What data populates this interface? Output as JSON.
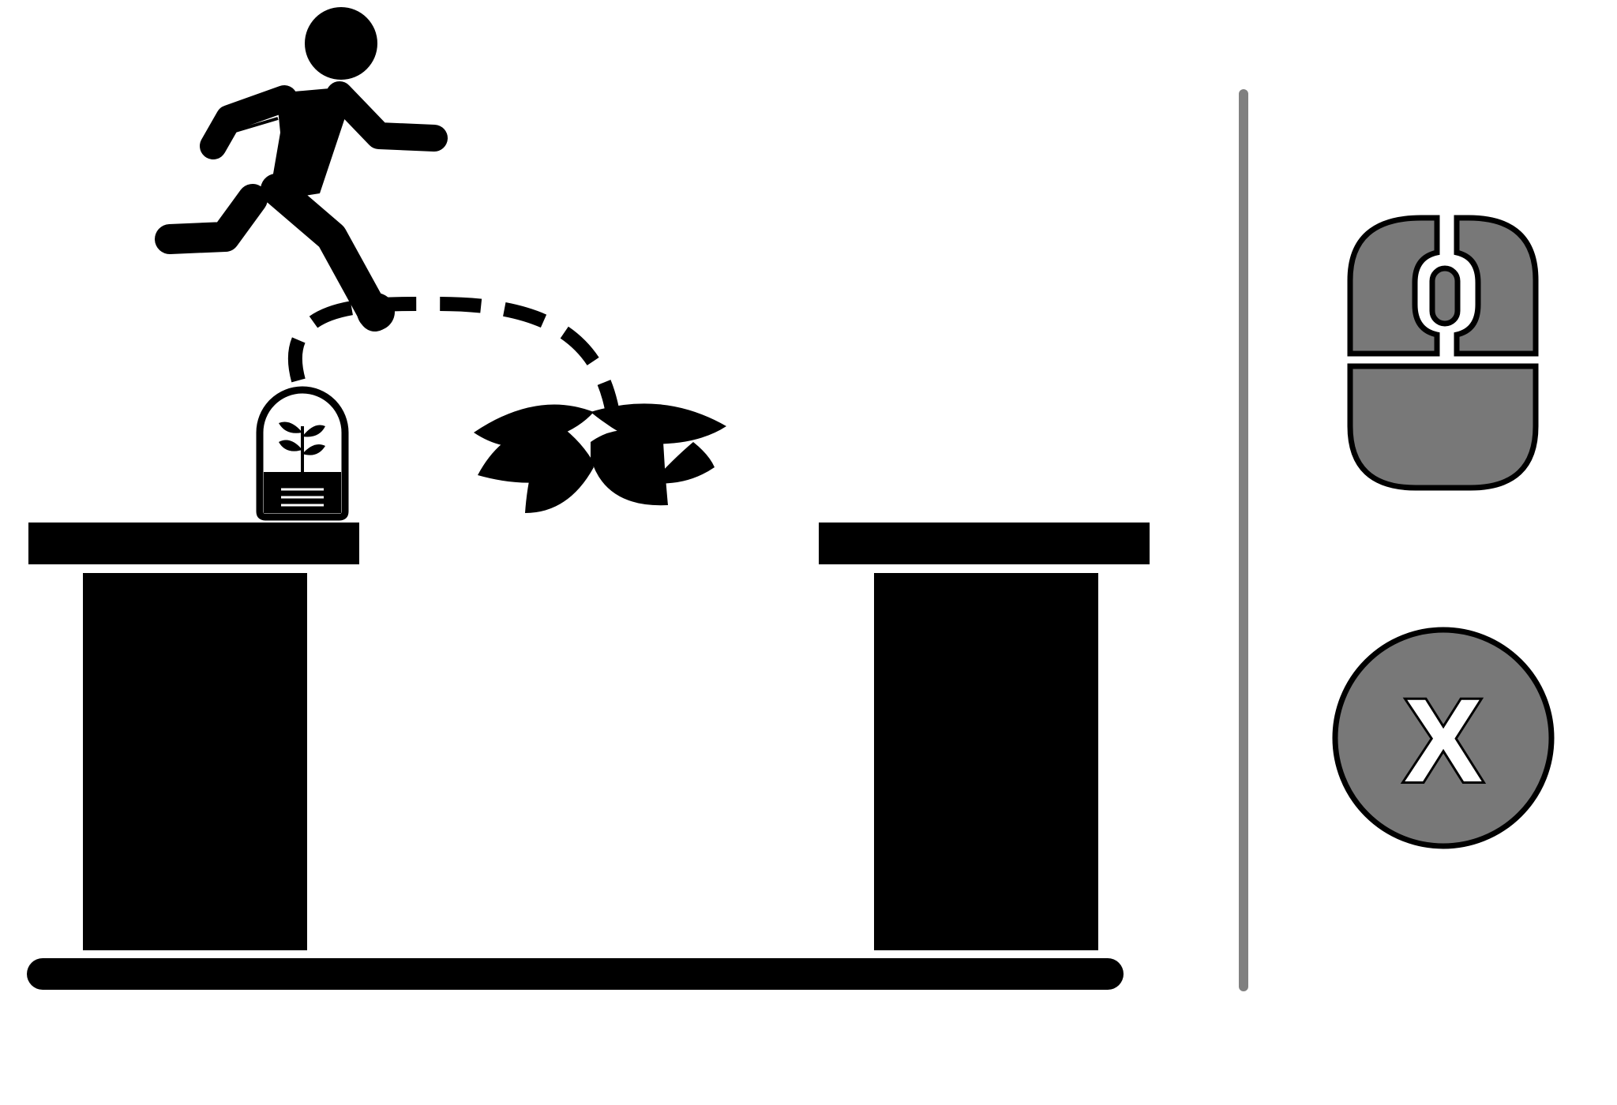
{
  "scene": {
    "type": "tutorial-illustration",
    "action": "jump-over-plant-from-pot",
    "objects": [
      {
        "name": "player-character",
        "icon": "running-person-icon"
      },
      {
        "name": "seed-pot",
        "icon": "sprout-pot-icon"
      },
      {
        "name": "plant-hazard",
        "icon": "leaves-icon"
      },
      {
        "name": "left-platform"
      },
      {
        "name": "right-platform"
      },
      {
        "name": "ground-bar"
      },
      {
        "name": "jump-trajectory",
        "style": "dashed"
      }
    ]
  },
  "controls": {
    "mouse": {
      "icon": "mouse-icon",
      "highlighted_buttons": [
        "left",
        "right",
        "body"
      ]
    },
    "button": {
      "icon": "x-button-icon",
      "label": "X"
    }
  },
  "colors": {
    "foreground": "#000000",
    "background": "#ffffff",
    "control_fill": "#787878",
    "divider": "#808080"
  }
}
